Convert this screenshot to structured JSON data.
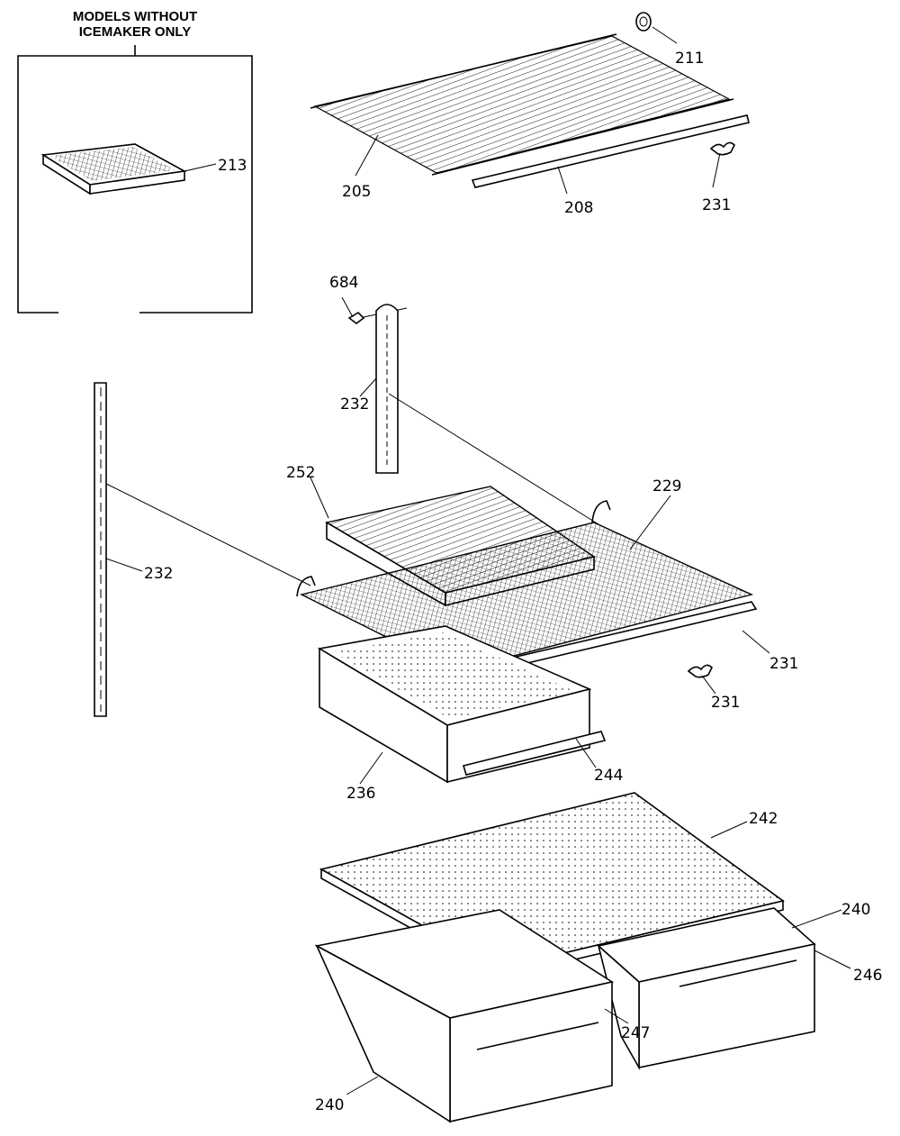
{
  "inset": {
    "title_line1": "MODELS WITHOUT",
    "title_line2": "ICEMAKER ONLY"
  },
  "parts": {
    "p211": "211",
    "p205": "205",
    "p208": "208",
    "p231a": "231",
    "p213": "213",
    "p684": "684",
    "p232a": "232",
    "p252": "252",
    "p229": "229",
    "p232b": "232",
    "p231b": "231",
    "p231c": "231",
    "p236": "236",
    "p244": "244",
    "p242": "242",
    "p240a": "240",
    "p246": "246",
    "p247": "247",
    "p240b": "240"
  }
}
